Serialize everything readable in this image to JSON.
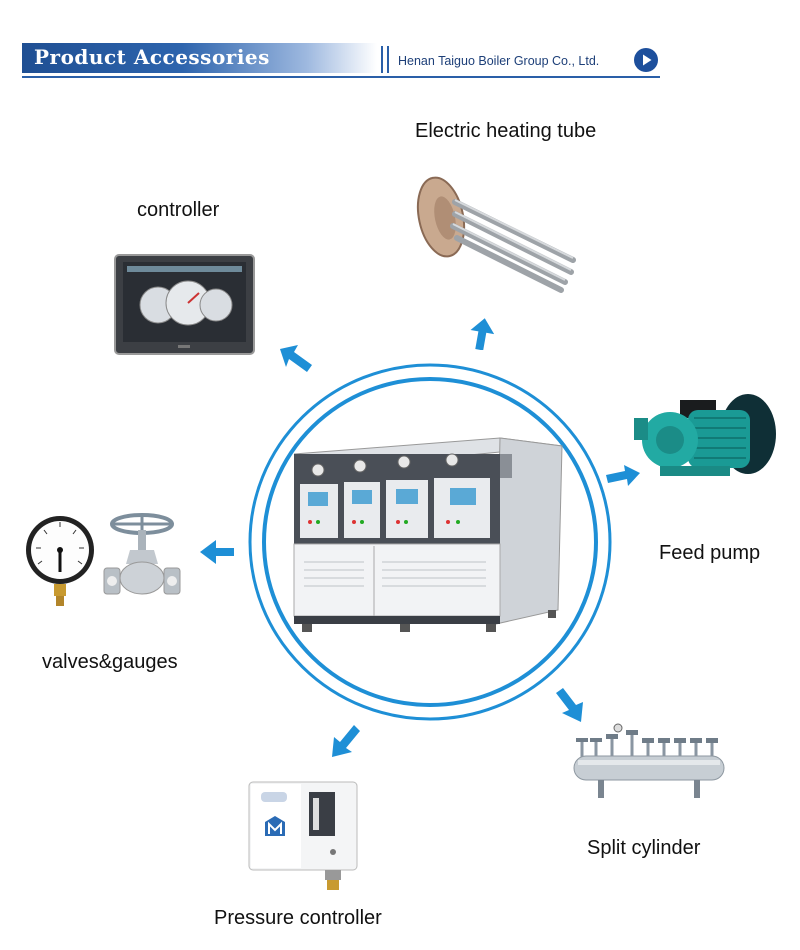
{
  "header": {
    "title": "Product Accessories",
    "company": "Henan Taiguo Boiler Group Co., Ltd.",
    "accent_color": "#2a5fa8"
  },
  "accessories": {
    "heating_tube": "Electric heating tube",
    "controller": "controller",
    "feed_pump": "Feed pump",
    "valves_gauges": "valves&gauges",
    "split_cylinder": "Split cylinder",
    "pressure_controller": "Pressure controller"
  },
  "colors": {
    "arrow": "#1e8fd6",
    "ring": "#1e8fd6"
  },
  "icons": {
    "play": "play-icon",
    "boiler": "boiler-image",
    "heating_tube": "heating-tube-image",
    "controller": "touchscreen-controller-image",
    "pump": "feed-pump-image",
    "gauge": "pressure-gauge-image",
    "valve": "globe-valve-image",
    "cylinder": "split-cylinder-image",
    "pressure_controller": "pressure-controller-image"
  }
}
